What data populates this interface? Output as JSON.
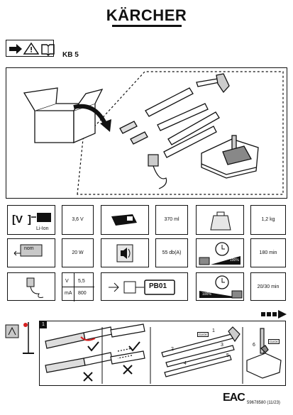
{
  "header": {
    "brand": "KÄRCHER",
    "model": "KB 5"
  },
  "specs": {
    "voltage": "3,6 V",
    "battery_label": "Li-Ion",
    "charge_power": "20 W",
    "nom_label": "nom",
    "charger_v_label": "V",
    "charger_v_value": "5,5",
    "charger_ma_label": "mA",
    "charger_ma_value": "800",
    "container_volume": "370 ml",
    "noise_level": "55 db(A)",
    "protection_code": "PB01",
    "weight": "1,2 kg",
    "charge_time": "180 min",
    "run_time": "20/30 min",
    "level_pct": "100%"
  },
  "assembly": {
    "step_number": "1",
    "click_label": "CLICK",
    "part_numbers": [
      "1",
      "2",
      "3",
      "4",
      "5",
      "6"
    ]
  },
  "footer": {
    "doc_code": "59678580 (11/23)",
    "eac_mark": "EAC"
  },
  "colors": {
    "ink": "#111111",
    "panel_gray": "#c8c8c8",
    "light_gray": "#e6e6e6",
    "accent_red": "#d62020"
  }
}
